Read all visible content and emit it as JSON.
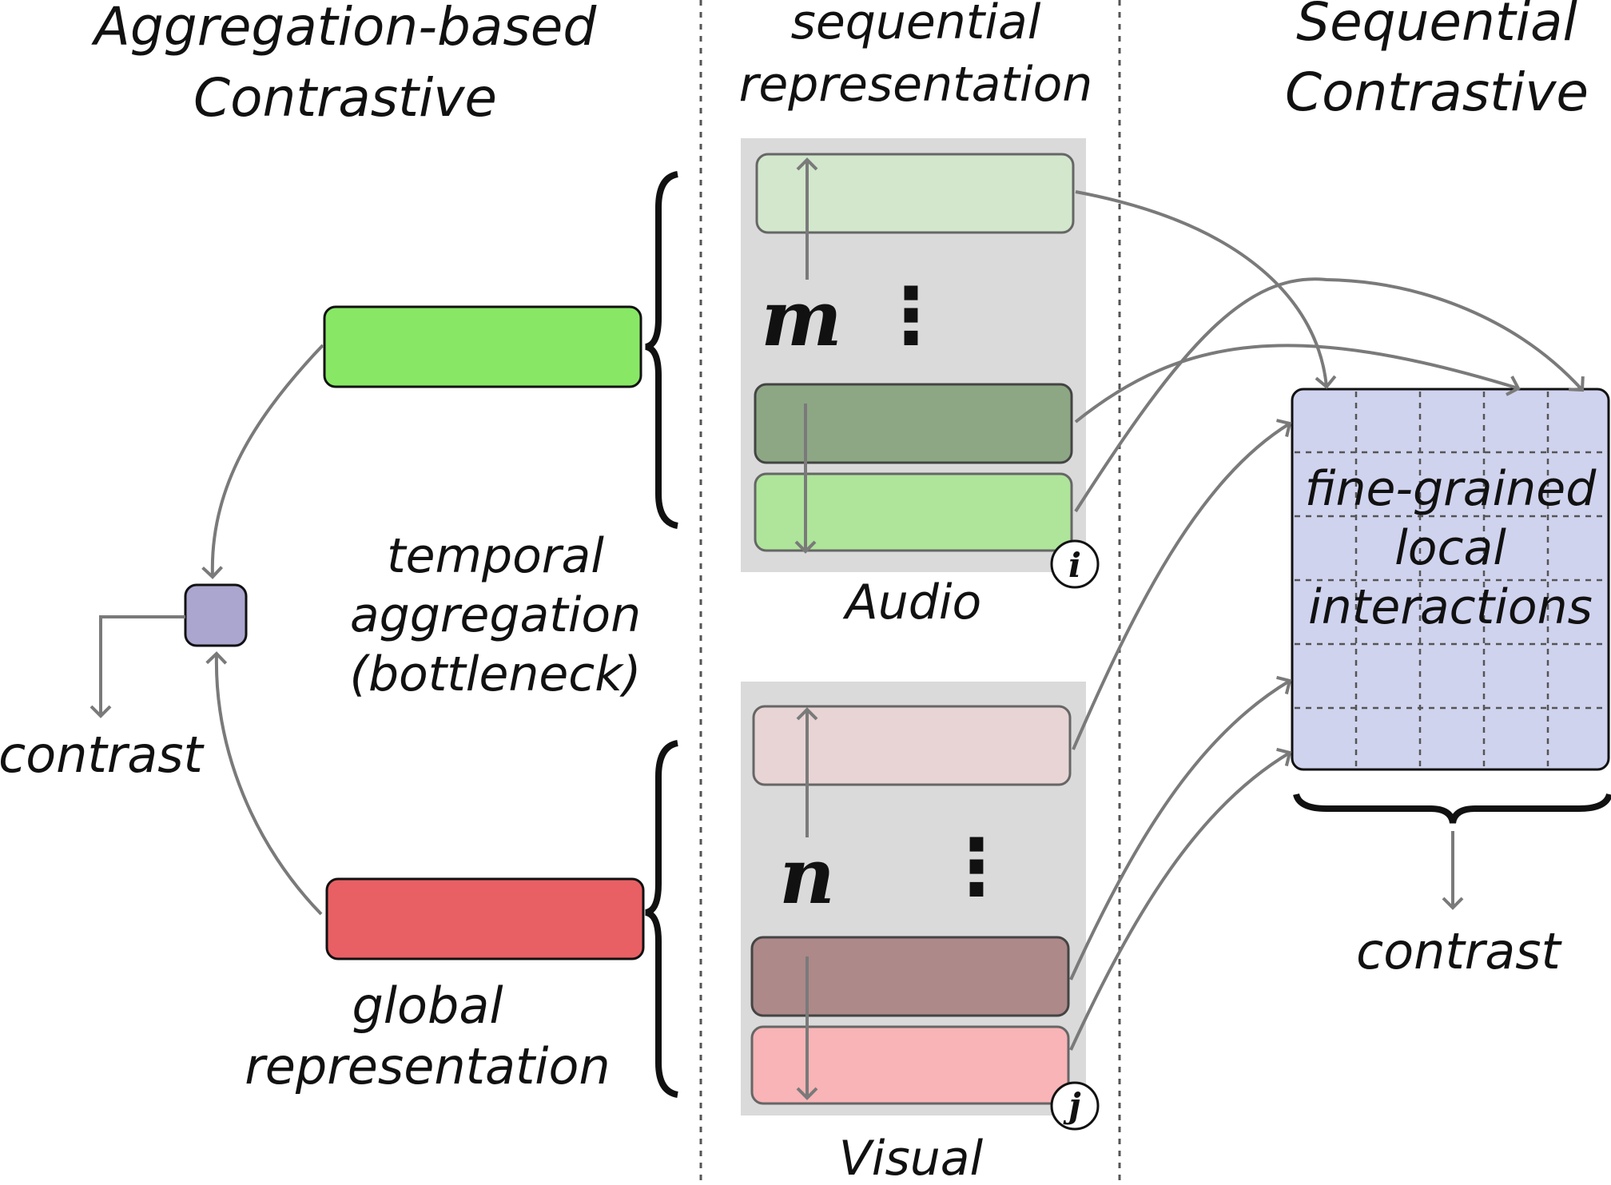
{
  "headings": {
    "left_line1": "Aggregation-based",
    "left_line2": "Contrastive",
    "middle_line1": "sequential",
    "middle_line2": "representation",
    "right_line1": "Sequential",
    "right_line2": "Contrastive"
  },
  "left_panel": {
    "aggregation_line1": "temporal",
    "aggregation_line2": "aggregation",
    "aggregation_line3": "(bottleneck)",
    "global_line1": "global",
    "global_line2": "representation",
    "contrast": "contrast"
  },
  "middle_panel": {
    "audio_label": "Audio",
    "visual_label": "Visual",
    "audio_length": "m",
    "visual_length": "n",
    "audio_index": "i",
    "visual_index": "j",
    "ellipsis": "⋮"
  },
  "right_panel": {
    "matrix_line1": "fine-grained",
    "matrix_line2": "local",
    "matrix_line3": "interactions",
    "contrast": "contrast"
  },
  "colors": {
    "audio_global": "#88e865",
    "visual_global": "#e86063",
    "contrast_node": "#aba6cf",
    "audio_light": "#d2e7cc",
    "audio_dark": "#8da785",
    "audio_mid": "#afe49b",
    "visual_light": "#e8d4d4",
    "visual_dark": "#ad8989",
    "visual_mid": "#f8b4b6",
    "matrix_fill": "#d0d3ee",
    "panel_gray": "#dadada",
    "arrow_gray": "#7a7a7a"
  }
}
